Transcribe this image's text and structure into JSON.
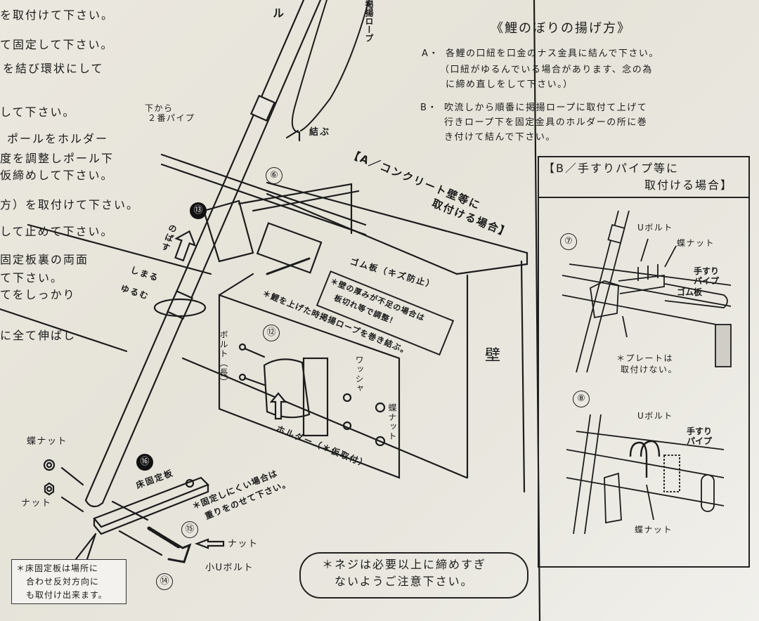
{
  "left_column": {
    "lines": [
      "を取付けて下さい。",
      "て固定して下さい。",
      "を結び環状にして",
      "して下さい。",
      "ポールをホルダー",
      "度を調整しポール下",
      "仮締めして下さい。",
      "方）を取付けて下さい。",
      "して止めて下さい。",
      "固定板裏の両面",
      "て下さい。",
      "てをしっかり",
      "に全て伸ばし"
    ]
  },
  "raising_section": {
    "title": "《鯉のぼりの揚げ方》",
    "step_a": {
      "marker": "A・",
      "lines": [
        "各鯉の口紐を口金のナス金具に結んで下さい。",
        "（口紐がゆるんでいる場合があります、念の為",
        "に締め直しをして下さい。）"
      ]
    },
    "step_b": {
      "marker": "B・",
      "lines": [
        "吹流しから順番に掲揚ロープに取付て上げて",
        "行きロープ下を固定金具のホルダーの所に巻",
        "き付けて結んで下さい。"
      ]
    }
  },
  "diagram_main": {
    "pole_label": "ル",
    "rope_label": "掲揚ロープ",
    "tie_label": "結ぶ",
    "second_pipe_label": [
      "下から",
      "２番パイプ"
    ],
    "step6": "⑥",
    "case_a_title": [
      "【A／コンクリート壁等に",
      "取付ける場合】"
    ],
    "rubber_label": "ゴム板（キズ防止）",
    "wall_thickness_note": [
      "＊壁の厚みが不足の場合は",
      "板切れ等で調整！"
    ],
    "rope_wrap_note": "＊鯉を上げた時掲揚ロープを巻き結ぶ。",
    "wall_label": "壁",
    "step13": "⑬",
    "extend_label": "のばす",
    "tighten_label": "しまる",
    "loosen_label": "ゆるむ"
  },
  "detail_12": {
    "step": "⑫",
    "bolt_label": "ボルト（長）",
    "washer_label": "ワッシャ",
    "wing_nut_label": "蝶ナット",
    "holder_label": "ホルダー（＊仮取付）"
  },
  "floor_section": {
    "wing_nut_label": "蝶ナット",
    "nut_label": "ナット",
    "step16": "⑯",
    "floor_plate_label": "床固定板",
    "weight_note": [
      "＊固定しにくい場合は",
      "重りをのせて下さい。"
    ],
    "step15": "⑮",
    "nut_arrow_label": "ナット",
    "small_u_bolt_label": "小Uボルト",
    "step14": "⑭",
    "reverse_note": [
      "＊床固定板は場所に",
      "合わせ反対方向に",
      "も取付け出来ます。"
    ]
  },
  "caution": {
    "lines": [
      "＊ネジは必要以上に締めすぎ",
      "ないようご注意下さい。"
    ]
  },
  "panel_b": {
    "title": [
      "【B／手すりパイプ等に",
      "取付ける場合】"
    ],
    "step7": "⑦",
    "u_bolt_label_7": "Uボルト",
    "wing_nut_label_7": "蝶ナット",
    "handrail_label_7": [
      "手すり",
      "パイプ"
    ],
    "rubber_label_7": "ゴム板",
    "plate_note": [
      "＊プレートは",
      "取付けない。"
    ],
    "step8": "⑧",
    "u_bolt_label_8": "Uボルト",
    "handrail_label_8": [
      "手すり",
      "パイプ"
    ],
    "wing_nut_label_8": "蝶ナット"
  }
}
